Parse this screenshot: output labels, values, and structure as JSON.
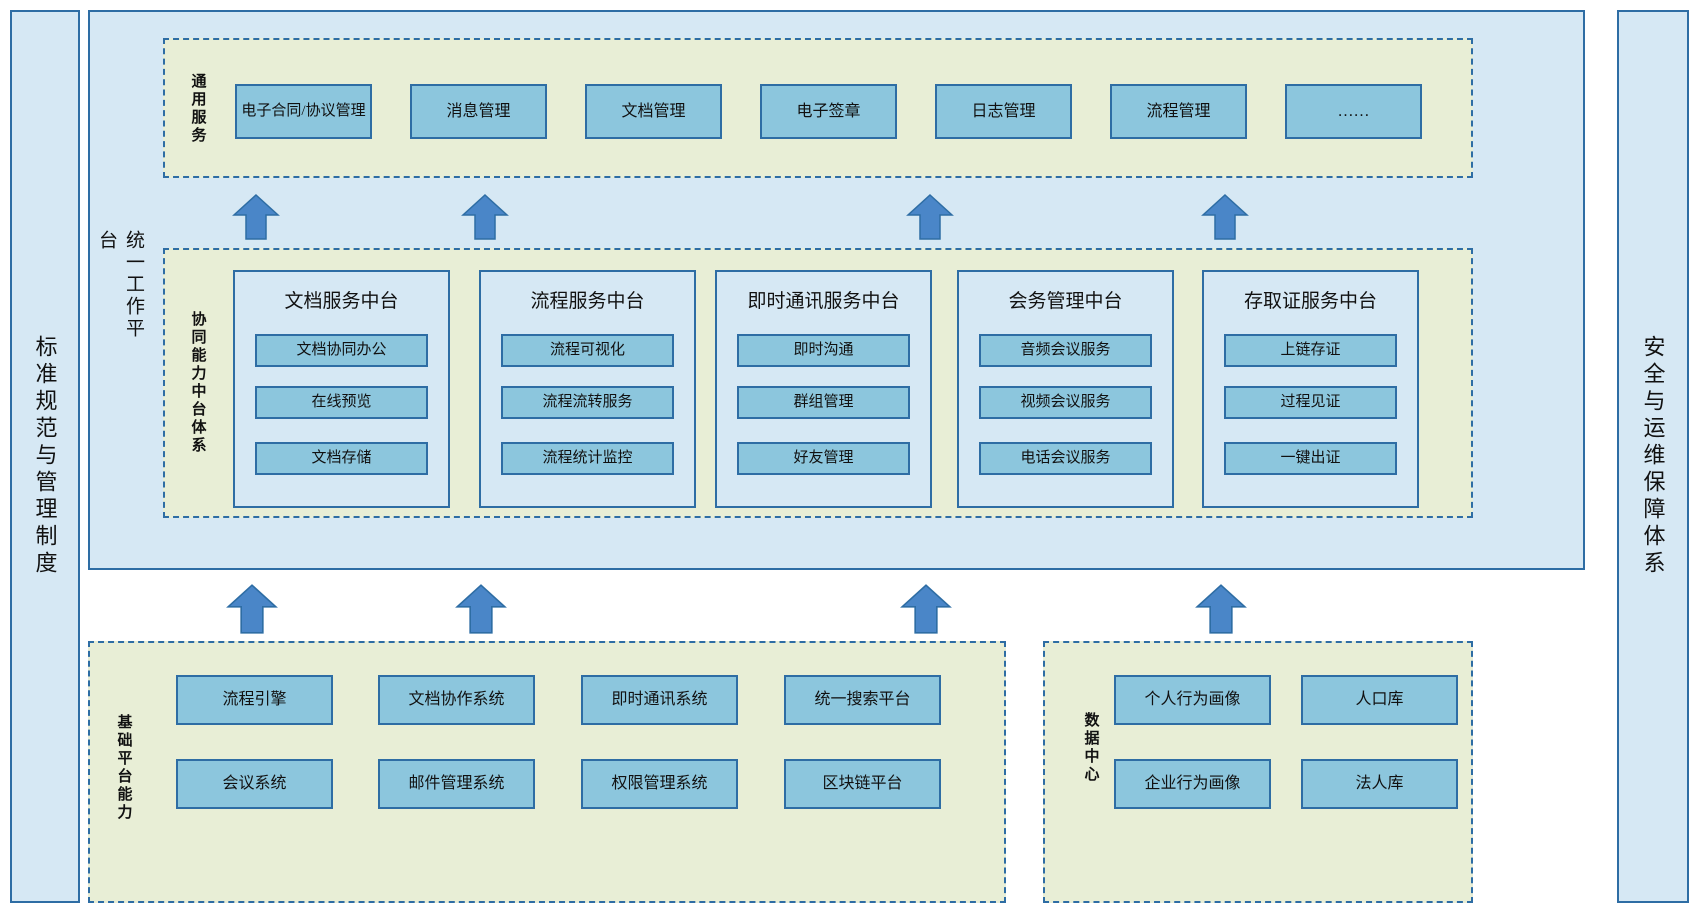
{
  "left_pillar": {
    "label": "标准规范与管理制度"
  },
  "right_pillar": {
    "label": "安全与运维保障体系"
  },
  "platform": {
    "label": "统一工作平台"
  },
  "general_services": {
    "label": "通用服务",
    "items": [
      {
        "label": "电子合同/协议管理"
      },
      {
        "label": "消息管理"
      },
      {
        "label": "文档管理"
      },
      {
        "label": "电子签章"
      },
      {
        "label": "日志管理"
      },
      {
        "label": "流程管理"
      },
      {
        "label": "……"
      }
    ]
  },
  "middle_platform": {
    "label": "协同能力中台体系",
    "panels": [
      {
        "title": "文档服务中台",
        "items": [
          "文档协同办公",
          "在线预览",
          "文档存储"
        ]
      },
      {
        "title": "流程服务中台",
        "items": [
          "流程可视化",
          "流程流转服务",
          "流程统计监控"
        ]
      },
      {
        "title": "即时通讯服务中台",
        "items": [
          "即时沟通",
          "群组管理",
          "好友管理"
        ]
      },
      {
        "title": "会务管理中台",
        "items": [
          "音频会议服务",
          "视频会议服务",
          "电话会议服务"
        ]
      },
      {
        "title": "存取证服务中台",
        "items": [
          "上链存证",
          "过程见证",
          "一键出证"
        ]
      }
    ]
  },
  "base_platform": {
    "label": "基础平台能力",
    "rows": [
      [
        "流程引擎",
        "文档协作系统",
        "即时通讯系统",
        "统一搜索平台"
      ],
      [
        "会议系统",
        "邮件管理系统",
        "权限管理系统",
        "区块链平台"
      ]
    ]
  },
  "data_center": {
    "label": "数据中心",
    "rows": [
      [
        "个人行为画像",
        "人口库"
      ],
      [
        "企业行为画像",
        "法人库"
      ]
    ]
  },
  "colors": {
    "border_blue": "#2e6da4",
    "panel_blue": "#d6e8f4",
    "chip_blue": "#8cc6dd",
    "band_green": "#e8eed6",
    "arrow_blue": "#4a86c8"
  },
  "arrows": {
    "upper_count": 4,
    "lower_count": 4
  }
}
